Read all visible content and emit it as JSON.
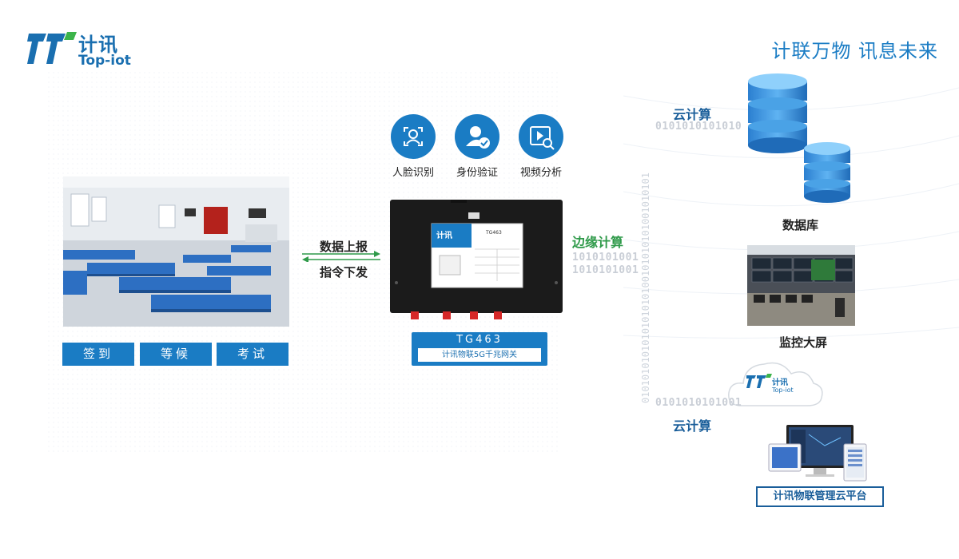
{
  "logo": {
    "cn": "计讯",
    "en": "Top-iot"
  },
  "slogan": "计联万物 讯息未来",
  "scene_tags": [
    "签到",
    "等候",
    "考试"
  ],
  "flow": {
    "upload": "数据上报",
    "download": "指令下发"
  },
  "features": [
    {
      "icon": "face-recognition-icon",
      "label": "人脸识别"
    },
    {
      "icon": "identity-verification-icon",
      "label": "身份验证"
    },
    {
      "icon": "video-analysis-icon",
      "label": "视频分析"
    }
  ],
  "gateway": {
    "model": "TG463",
    "desc": "计讯物联5G千兆网关",
    "front_model": "TG463",
    "logo": "计讯"
  },
  "edge_label": "边缘计算",
  "cloud_top": "云计算",
  "cloud_bottom": "云计算",
  "database_label": "数据库",
  "monitor_label": "监控大屏",
  "cloud_logo": {
    "cn": "计讯",
    "en": "Top-iot"
  },
  "platform_label": "计讯物联管理云平台",
  "binary": {
    "top": "0101010101010",
    "mid1": "1010101001",
    "mid2": "1010101001",
    "bottom": "0101010101001"
  },
  "colors": {
    "brand": "#1a7cc4",
    "edge": "#2f9a4a",
    "dark": "#1b1b1b"
  }
}
